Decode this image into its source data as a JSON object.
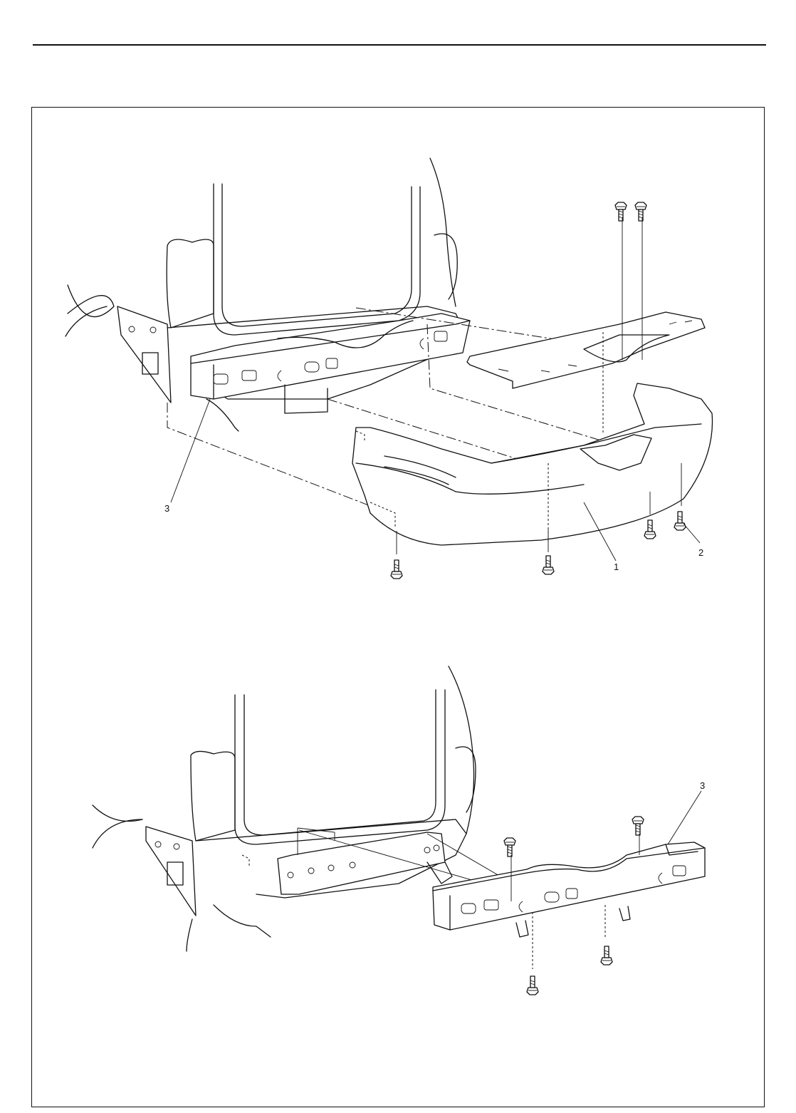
{
  "callouts": {
    "upper_body_bracket": "3",
    "bumper": "1",
    "bolt": "2",
    "lower_member": "3"
  },
  "icons": {
    "bolt": "bolt-icon"
  }
}
